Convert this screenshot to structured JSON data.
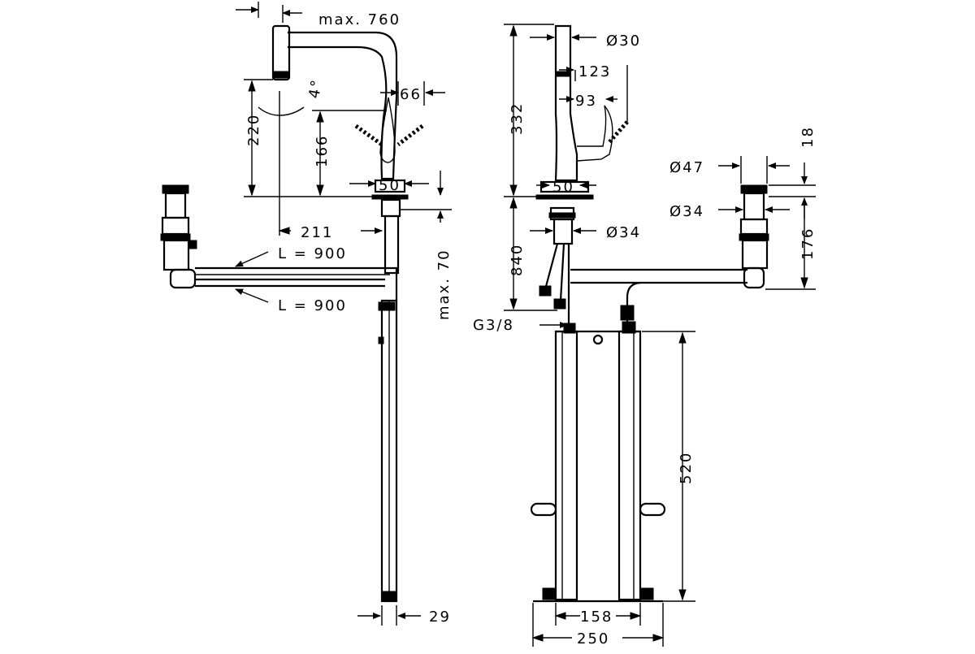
{
  "colors": {
    "line": "#000000",
    "background": "#ffffff"
  },
  "side_view": {
    "max_reach": "max. 760",
    "angle": "4°",
    "height_220": "220",
    "height_166": "166",
    "dim_66": "66",
    "dim_50": "50",
    "dim_211": "211",
    "hose_top": "L = 900",
    "hose_bottom": "L = 900",
    "max_70": "max. 70",
    "dim_29": "29"
  },
  "front_view": {
    "dia_30": "Ø30",
    "dim_123": "123",
    "dim_93": "93",
    "height_332": "332",
    "dim_50": "50",
    "dia_34": "Ø34",
    "height_840": "840",
    "thread": "G3/8",
    "height_520": "520",
    "width_158": "158",
    "width_250": "250"
  },
  "detail_view": {
    "dia_47": "Ø47",
    "dia_34": "Ø34",
    "dim_18": "18",
    "dim_176": "176"
  }
}
